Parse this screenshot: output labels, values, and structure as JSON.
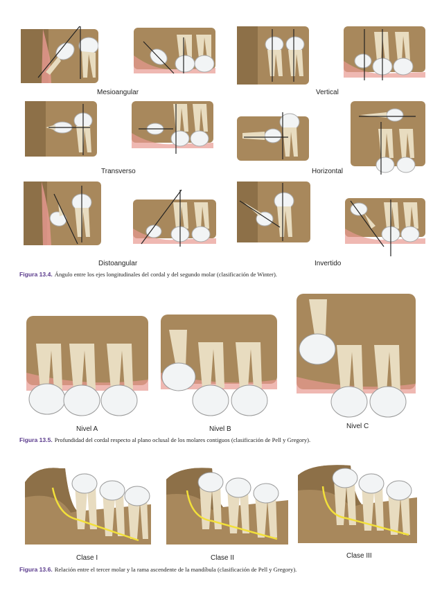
{
  "winter": {
    "labels": [
      "Mesioangular",
      "Vertical",
      "Transverso",
      "Horizontal",
      "Distoangular",
      "Invertido"
    ]
  },
  "pell_depth": {
    "labels": [
      "Nivel A",
      "Nivel B",
      "Nivel C"
    ]
  },
  "pell_ramus": {
    "labels": [
      "Clase I",
      "Clase II",
      "Clase III"
    ]
  },
  "captions": {
    "fig134": {
      "number": "Figura 13.4.",
      "text": "Ángulo entre los ejes longitudinales del cordal y del segundo molar (clasificación de Winter)."
    },
    "fig135": {
      "number": "Figura 13.5.",
      "text": "Profundidad del cordal respecto al plano oclusal de los molares contiguos (clasificación de Pell y Gregory)."
    },
    "fig136": {
      "number": "Figura 13.6.",
      "text": "Relación entre el tercer molar y la rama ascendente de la mandíbula (clasificación de Pell y Gregory)."
    }
  },
  "colors": {
    "bone": "#a8885c",
    "gum": "#e89a92",
    "crown": "#f2f4f5",
    "root": "#e8dcc0",
    "nerve": "#f2e03a",
    "figure_label": "#5a3a8c"
  }
}
